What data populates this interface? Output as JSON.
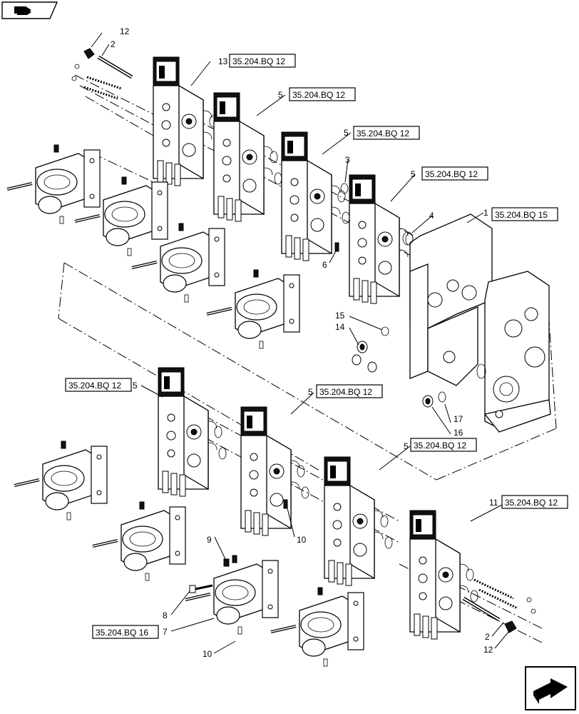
{
  "nav": {
    "top_left_icon": "book-arrow-icon",
    "bottom_right_icon": "next-page-arrow-icon"
  },
  "references": {
    "r13": "35.204.BQ 12",
    "r5a": "35.204.BQ 12",
    "r5b": "35.204.BQ 12",
    "r5c": "35.204.BQ 12",
    "r1": "35.204.BQ 15",
    "r5d": "35.204.BQ 12",
    "r5e": "35.204.BQ 12",
    "r5f": "35.204.BQ 12",
    "r11": "35.204.BQ 12",
    "r7": "35.204.BQ 16"
  },
  "callouts": {
    "c12a": "12",
    "c2a": "2",
    "c13": "13",
    "c5a": "5",
    "c5b": "5",
    "c3": "3",
    "c5c": "5",
    "c4": "4",
    "c1": "1",
    "c6": "6",
    "c15": "15",
    "c14": "14",
    "c17": "17",
    "c16": "16",
    "c5d": "5",
    "c5e": "5",
    "c5f": "5",
    "c11": "11",
    "c10a": "10",
    "c9": "9",
    "c8": "8",
    "c7": "7",
    "c10b": "10",
    "c2b": "2",
    "c12b": "12"
  }
}
